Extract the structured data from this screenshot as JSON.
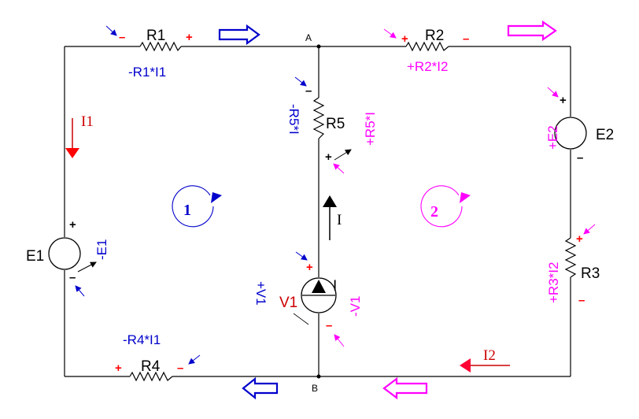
{
  "nodes": {
    "A": "A",
    "B": "B"
  },
  "components": {
    "R1": "R1",
    "R2": "R2",
    "R3": "R3",
    "R4": "R4",
    "R5": "R5",
    "E1": "E1",
    "E2": "E2",
    "V1": "V1",
    "source_current": "I"
  },
  "voltage_drops": {
    "r1": "-R1*I1",
    "r2": "+R2*I2",
    "r3": "+R3*I2",
    "r4": "-R4*I1",
    "r5_loop1": "-R5*I",
    "r5_loop2": "+R5*I",
    "e1": "-E1",
    "e2": "+E2",
    "v1_loop1": "+V1",
    "v1_loop2": "-V1"
  },
  "currents": {
    "i1": "I1",
    "i2": "I2",
    "i": "I"
  },
  "loops": {
    "loop1": "1",
    "loop2": "2"
  },
  "polarity": {
    "plus": "+",
    "minus": "–"
  },
  "colors": {
    "loop1": "#0000cc",
    "loop2": "#ff00ff",
    "current": "#ff0000",
    "wire": "#000000"
  }
}
